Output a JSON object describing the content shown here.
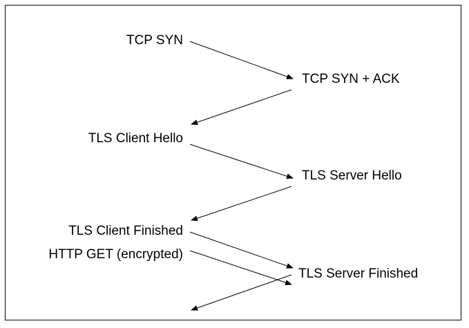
{
  "diagram": {
    "left_messages": [
      "TCP SYN",
      "TLS Client Hello",
      "TLS Client Finished",
      "HTTP GET (encrypted)"
    ],
    "right_messages": [
      "TCP SYN + ACK",
      "TLS Server Hello",
      "TLS Server Finished"
    ]
  }
}
